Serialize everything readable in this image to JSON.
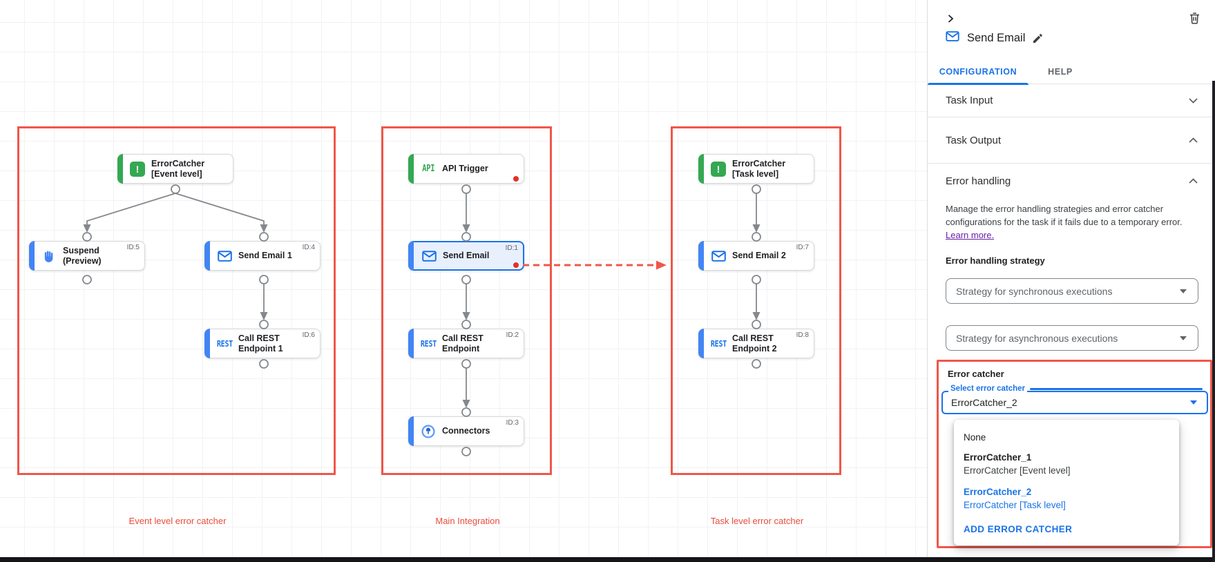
{
  "colors": {
    "accent_blue": "#1a73e8",
    "node_blue": "#4285f4",
    "node_green": "#34a853",
    "alert_red": "#f0564a",
    "dot_red": "#e23227",
    "link_purple": "#681da8"
  },
  "canvas": {
    "groups": [
      {
        "label": "Event level error catcher"
      },
      {
        "label": "Main Integration"
      },
      {
        "label": "Task level error catcher"
      }
    ],
    "nodes": [
      {
        "label": "ErrorCatcher [Event level]",
        "icon": "error-catcher",
        "group": "Event level error catcher"
      },
      {
        "label": "Suspend (Preview)",
        "id": "ID:5",
        "icon": "hand",
        "group": "Event level error catcher"
      },
      {
        "label": "Send Email 1",
        "id": "ID:4",
        "icon": "email",
        "group": "Event level error catcher"
      },
      {
        "label": "Call REST Endpoint 1",
        "id": "ID:6",
        "icon": "rest",
        "group": "Event level error catcher"
      },
      {
        "label": "API Trigger",
        "icon": "api",
        "group": "Main Integration"
      },
      {
        "label": "Send Email",
        "id": "ID:1",
        "icon": "email",
        "selected": true,
        "group": "Main Integration"
      },
      {
        "label": "Call REST Endpoint",
        "id": "ID:2",
        "icon": "rest",
        "group": "Main Integration"
      },
      {
        "label": "Connectors",
        "id": "ID:3",
        "icon": "connectors",
        "group": "Main Integration"
      },
      {
        "label": "ErrorCatcher [Task level]",
        "icon": "error-catcher",
        "group": "Task level error catcher"
      },
      {
        "label": "Send Email 2",
        "id": "ID:7",
        "icon": "email",
        "group": "Task level error catcher"
      },
      {
        "label": "Call REST Endpoint 2",
        "id": "ID:8",
        "icon": "rest",
        "group": "Task level error catcher"
      }
    ]
  },
  "panel": {
    "title": "Send Email",
    "tabs": [
      {
        "label": "CONFIGURATION",
        "active": true
      },
      {
        "label": "HELP",
        "active": false
      }
    ],
    "sections": [
      {
        "label": "Task Input",
        "state": "collapsed"
      },
      {
        "label": "Task Output",
        "state": "expanded"
      },
      {
        "label": "Error handling",
        "state": "expanded"
      }
    ],
    "error_handling": {
      "description": "Manage the error handling strategies and error catcher configurations for the task if it fails due to a temporary error.",
      "learn_more_label": "Learn more.",
      "strategy_label": "Error handling strategy",
      "sync_select_placeholder": "Strategy for synchronous executions",
      "async_select_placeholder": "Strategy for asynchronous executions",
      "error_catcher_label": "Error catcher",
      "select_error_catcher_label": "Select error catcher",
      "select_error_catcher_value": "ErrorCatcher_2",
      "options": [
        {
          "title": "None"
        },
        {
          "title": "ErrorCatcher_1",
          "subtitle": "ErrorCatcher [Event level]",
          "selected": false
        },
        {
          "title": "ErrorCatcher_2",
          "subtitle": "ErrorCatcher [Task level]",
          "selected": true
        }
      ],
      "add_error_catcher_label": "ADD ERROR CATCHER"
    }
  }
}
